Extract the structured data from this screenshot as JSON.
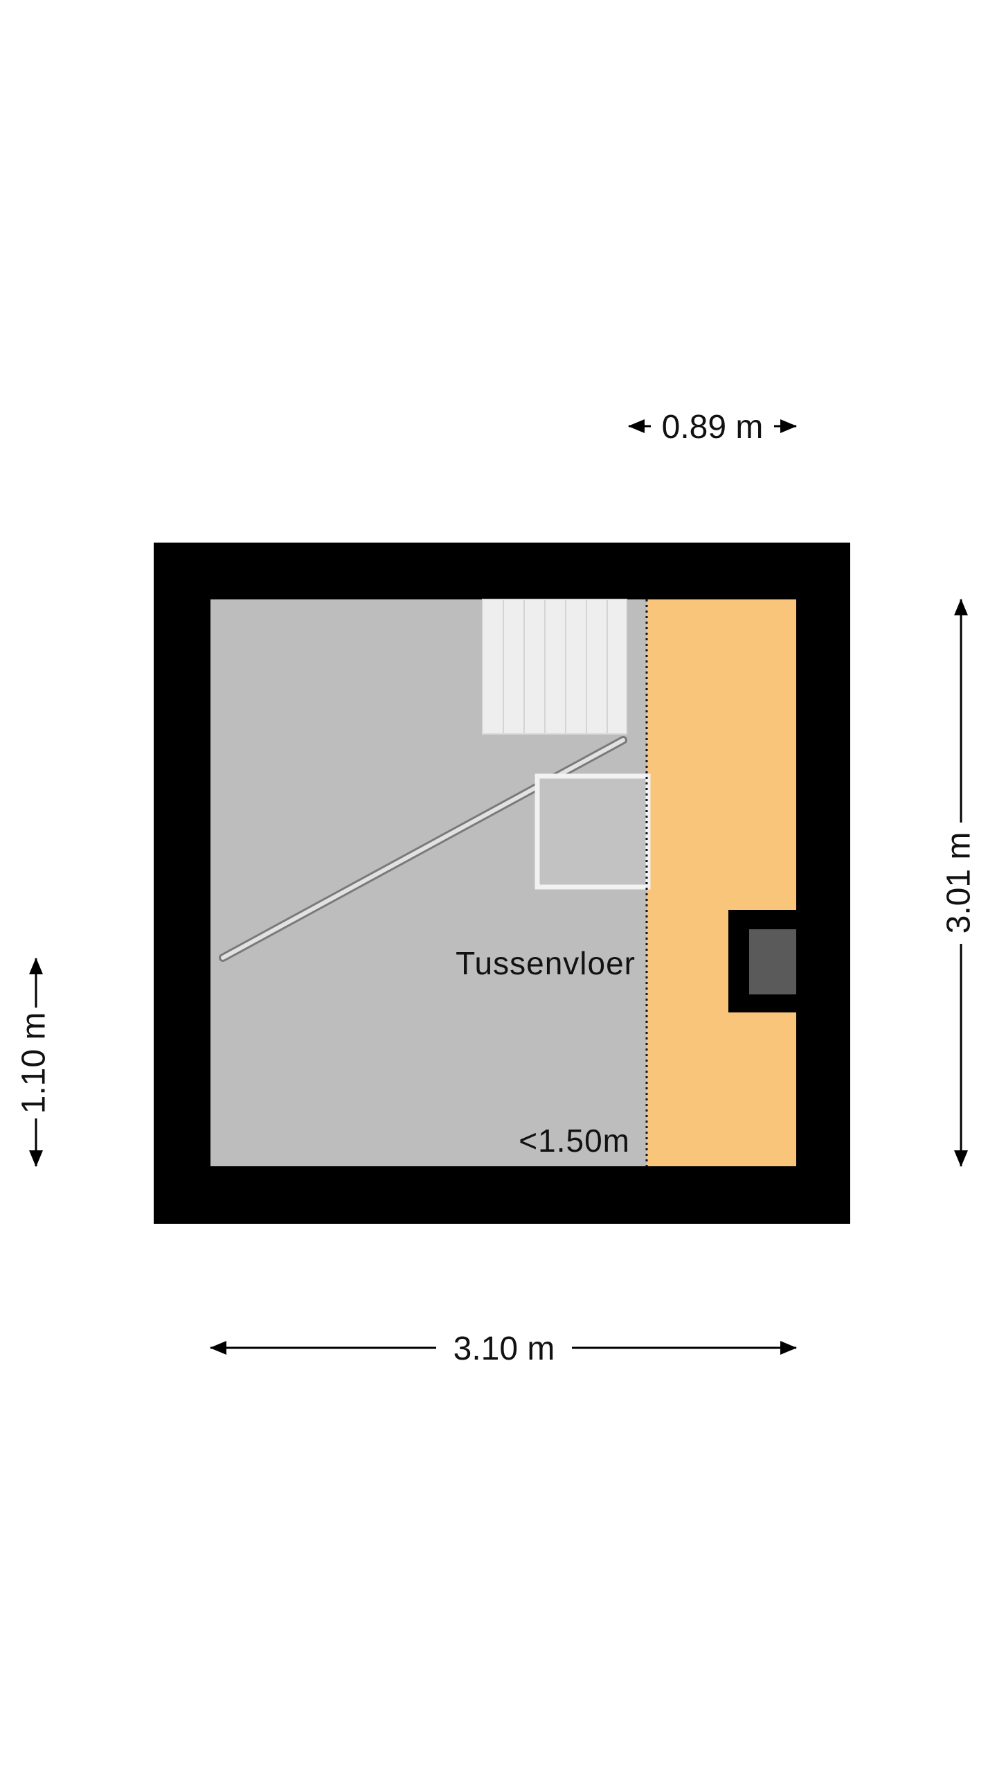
{
  "floorplan": {
    "room_name": "Tussenvloer",
    "low_height_note": "<1.50m",
    "colors": {
      "wall": "#000000",
      "floor": "#bdbdbd",
      "low_zone": "#f8c57a",
      "stair": "#ececec",
      "hatch": "#c4c4c4",
      "window_glass": "#5a5a5a"
    }
  },
  "dimensions": {
    "top": "0.89 m",
    "right": "3.01 m",
    "left": "1.10 m",
    "bottom": "3.10 m"
  }
}
